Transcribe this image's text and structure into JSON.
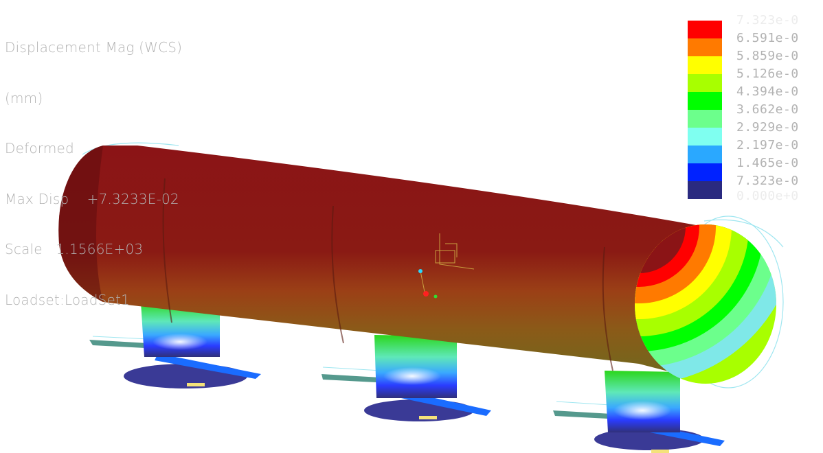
{
  "info": {
    "line1": "Displacement Mag (WCS)",
    "line2": "(mm)",
    "line3": "Deformed",
    "line4": "Max Disp    +7.3233E-02",
    "line5": "Scale   1.1566E+03",
    "line6": "Loadset:LoadSet1"
  },
  "legend": {
    "labels": [
      "7.323e-0",
      "6.591e-0",
      "5.859e-0",
      "5.126e-0",
      "4.394e-0",
      "3.662e-0",
      "2.929e-0",
      "2.197e-0",
      "1.465e-0",
      "7.323e-0",
      "0.000e+0"
    ],
    "colors": [
      "#ff0000",
      "#ff7a00",
      "#ffff00",
      "#a8ff00",
      "#00ff00",
      "#6cff8c",
      "#7ffff0",
      "#2aa8ff",
      "#0022ff",
      "#2a2a80"
    ]
  },
  "colors": {
    "body_dark": "#7a0f0f",
    "body_mid": "#9a3a18",
    "text": "#b3b3b3"
  }
}
